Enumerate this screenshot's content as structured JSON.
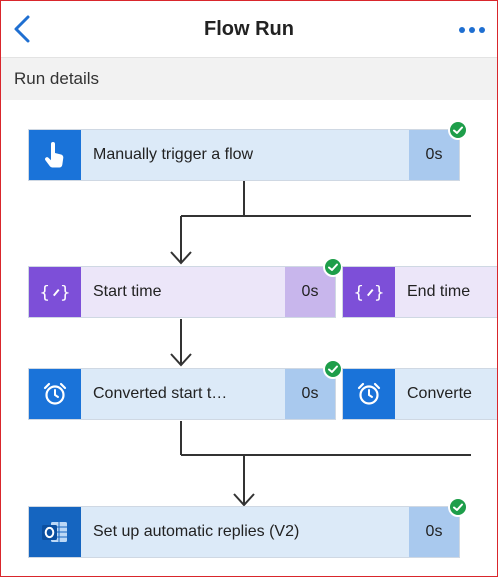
{
  "header": {
    "title": "Flow Run"
  },
  "subheader": {
    "label": "Run details"
  },
  "steps": [
    {
      "label": "Manually trigger a flow",
      "duration": "0s",
      "status": "succeeded",
      "icon": "hand-pointer-icon"
    },
    {
      "label": "Start time",
      "duration": "0s",
      "status": "succeeded",
      "icon": "compose-icon"
    },
    {
      "label": "End time",
      "icon": "compose-icon"
    },
    {
      "label": "Converted start t…",
      "duration": "0s",
      "status": "succeeded",
      "icon": "alarm-clock-icon"
    },
    {
      "label": "Converte",
      "icon": "alarm-clock-icon"
    },
    {
      "label": "Set up automatic replies (V2)",
      "duration": "0s",
      "status": "succeeded",
      "icon": "outlook-icon"
    }
  ],
  "colors": {
    "accent": "#1f6fd1",
    "success": "#1e9e4a",
    "compose": "#7d4fd8",
    "action": "#1a73d9"
  }
}
